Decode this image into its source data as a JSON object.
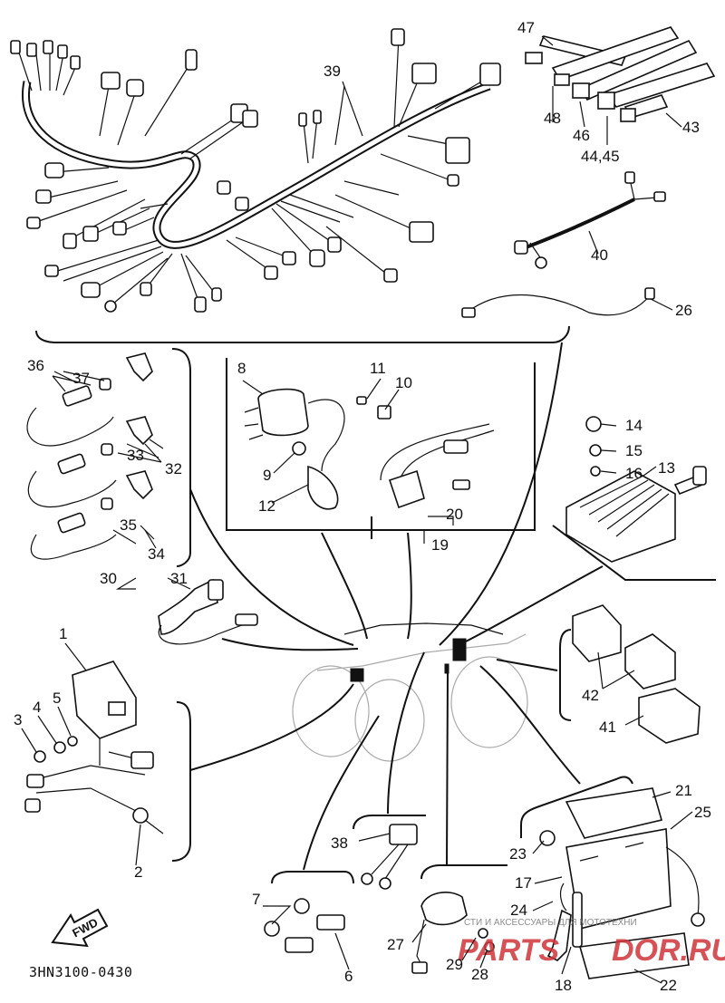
{
  "diagram_code": "3HN3100-0430",
  "fwd_label": "FWD",
  "watermark": {
    "top_text": "СТИ И АКСЕССУАРЫ ДЛЯ МОТОТЕХНИ",
    "main_text": "PARTS",
    "domain_text": "DOR.RU",
    "color": "#d0343a"
  },
  "callouts": [
    "1",
    "2",
    "3",
    "4",
    "5",
    "6",
    "7",
    "8",
    "9",
    "10",
    "11",
    "12",
    "13",
    "14",
    "15",
    "16",
    "17",
    "18",
    "19",
    "20",
    "21",
    "22",
    "23",
    "24",
    "25",
    "26",
    "27",
    "28",
    "29",
    "30",
    "31",
    "32",
    "33",
    "34",
    "35",
    "36",
    "37",
    "38",
    "39",
    "40",
    "41",
    "42",
    "43",
    "44,45",
    "46",
    "47",
    "48"
  ]
}
